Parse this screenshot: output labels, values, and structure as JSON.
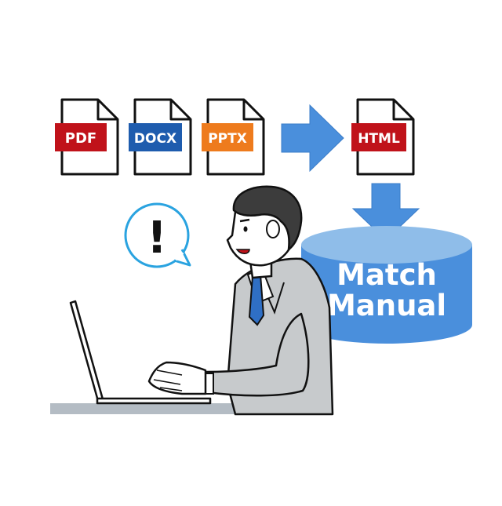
{
  "files": [
    {
      "label": "PDF",
      "color": "#c0121a"
    },
    {
      "label": "DOCX",
      "color": "#1e5cae"
    },
    {
      "label": "PPTX",
      "color": "#ee7b1d"
    }
  ],
  "output": {
    "label": "HTML",
    "color": "#c0121a"
  },
  "database": {
    "line1": "Match",
    "line2": "Manual",
    "color": "#4a8fdc",
    "top_color": "#8fbde9"
  },
  "speech_bubble": {
    "text": "!",
    "border_color": "#2aa3e0"
  },
  "arrow_color": "#4a8fdc"
}
